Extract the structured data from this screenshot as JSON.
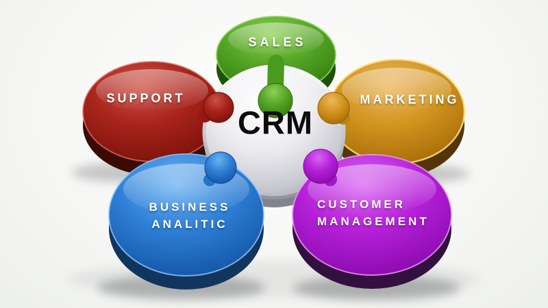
{
  "diagram": {
    "type": "puzzle-circle",
    "background_color": "#f6f7f5",
    "center": {
      "label": "CRM",
      "color": "#d9d9e0",
      "text_color": "#0d0d0d"
    },
    "pieces": [
      {
        "name": "sales",
        "position": "top",
        "label": "SALES",
        "color": "#4f9e23",
        "side_color": "#1d5208",
        "text_color": "#ffffff"
      },
      {
        "name": "support",
        "position": "left",
        "label": "SUPPORT",
        "color": "#a8231a",
        "side_color": "#3a0b05",
        "text_color": "#ffffff"
      },
      {
        "name": "marketing",
        "position": "right",
        "label": "MARKETING",
        "color": "#d1941f",
        "side_color": "#54350a",
        "text_color": "#ffffff"
      },
      {
        "name": "business-analytic",
        "position": "bottom-left",
        "label": "BUSINESS ANALITIC",
        "label_line1": "BUSINESS",
        "label_line2": "ANALITIC",
        "color": "#2e7fd6",
        "side_color": "#12355e",
        "text_color": "#ffffff"
      },
      {
        "name": "customer-management",
        "position": "bottom-right",
        "label": "CUSTOMER MANAGEMENT",
        "label_line1": "CUSTOMER",
        "label_line2": "MANAGEMENT",
        "color": "#b520d8",
        "side_color": "#331040",
        "text_color": "#ffffff"
      }
    ]
  }
}
